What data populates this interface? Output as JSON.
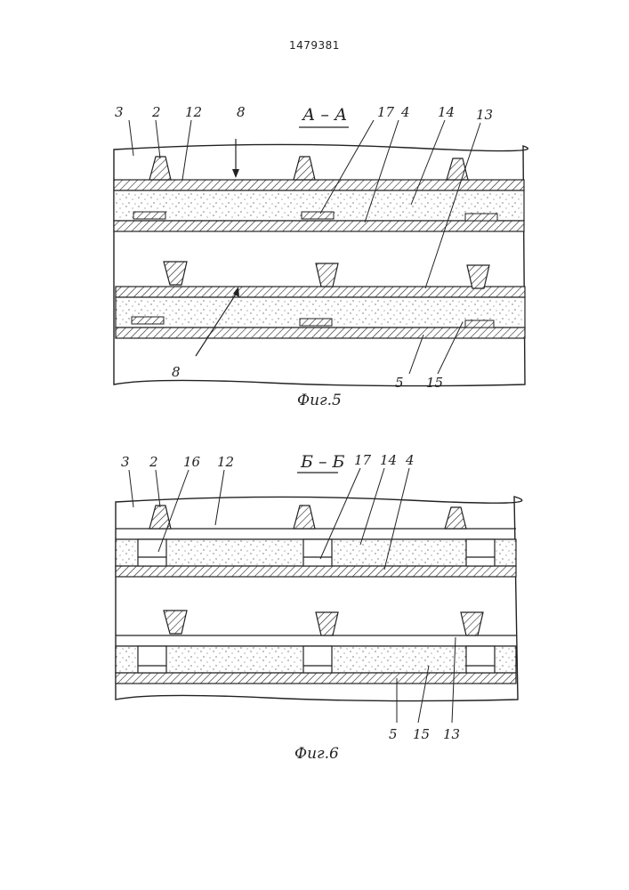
{
  "patent_number": "1479381",
  "fig5": {
    "section_title": "А – А",
    "caption": "Фиг.5",
    "labels": [
      "3",
      "2",
      "12",
      "8",
      "17",
      "4",
      "14",
      "13",
      "8",
      "5",
      "15"
    ]
  },
  "fig6": {
    "section_title": "Б – Б",
    "caption": "Фиг.6",
    "labels": [
      "3",
      "2",
      "16",
      "12",
      "17",
      "14",
      "4",
      "5",
      "15",
      "13"
    ]
  },
  "colors": {
    "ink": "#222222",
    "paper": "#ffffff"
  }
}
